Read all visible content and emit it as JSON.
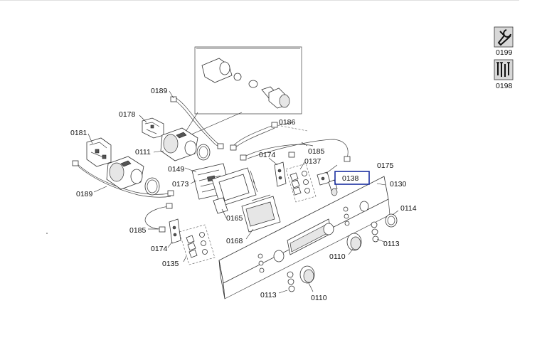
{
  "labels": {
    "l0199": "0199",
    "l0198": "0198",
    "l0189a": "0189",
    "l0178": "0178",
    "l0186": "0186",
    "l0181": "0181",
    "l0111": "0111",
    "l0174a": "0174",
    "l0185a": "0185",
    "l0137": "0137",
    "l0175": "0175",
    "l0138": "0138",
    "l0149": "0149",
    "l0173": "0173",
    "l0130": "0130",
    "l0189b": "0189",
    "l0114": "0114",
    "l0165": "0165",
    "l0185b": "0185",
    "l0168": "0168",
    "l0113a": "0113",
    "l0174b": "0174",
    "l0110a": "0110",
    "l0135": "0135",
    "l0113b": "0113",
    "l0110b": "0110"
  },
  "highlight": {
    "part": "0138",
    "color": "#1a2fa0"
  },
  "icons": {
    "service_tool": "wrench-icon",
    "tool_set": "tool-set-icon"
  }
}
